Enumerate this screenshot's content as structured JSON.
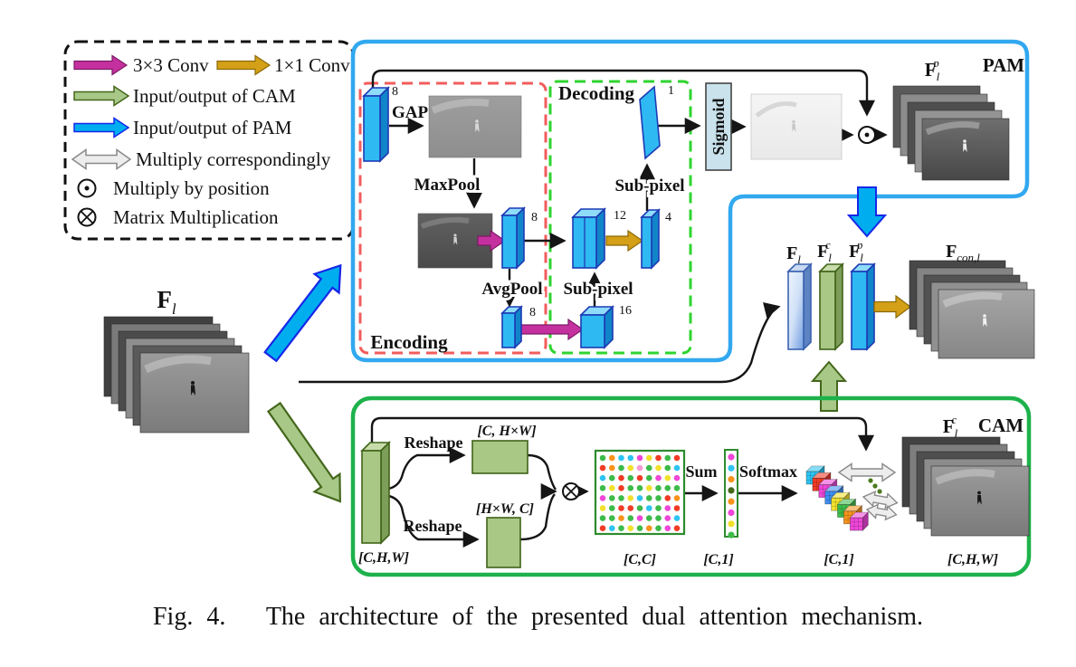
{
  "legend": {
    "conv3": "3×3 Conv",
    "conv1": "1×1 Conv",
    "cam_io": "Input/output of CAM",
    "pam_io": "Input/output of PAM",
    "mult_corr": "Multiply correspondingly",
    "mult_pos": "Multiply by position",
    "matrix_mult": "Matrix Multiplication"
  },
  "pam": {
    "title": "PAM",
    "encoding": "Encoding",
    "decoding": "Decoding",
    "gap": "GAP",
    "maxpool": "MaxPool",
    "avgpool": "AvgPool",
    "subpixel_low": "Sub-pixel",
    "subpixel_high": "Sub-pixel",
    "sigmoid": "Sigmoid",
    "ch_input": "8",
    "ch_enc_mid": "8",
    "ch_enc_low": "8",
    "ch_dec_12": "12",
    "ch_dec_16": "16",
    "ch_dec_4": "4",
    "ch_dec_1": "1",
    "out_base": "F",
    "out_sub": "l",
    "out_sup": "p"
  },
  "input_feature": {
    "base": "F",
    "sub": "l"
  },
  "fusion": {
    "f_base": "F",
    "f_sub": "l",
    "fc_base": "F",
    "fc_sub": "l",
    "fc_sup": "c",
    "fp_base": "F",
    "fp_sub": "l",
    "fp_sup": "p",
    "fcon_base": "F",
    "fcon_sub": "con,l"
  },
  "cam": {
    "title": "CAM",
    "reshape_top": "Reshape",
    "reshape_bottom": "Reshape",
    "sum": "Sum",
    "softmax": "Softmax",
    "dim_input": "[C,H,W]",
    "dim_reshape_top": "[C, H×W]",
    "dim_reshape_bottom": "[H×W, C]",
    "dim_matrix": "[C,C]",
    "dim_vector": "[C,1]",
    "dim_bar": "[C,1]",
    "dim_output": "[C,H,W]",
    "out_base": "F",
    "out_sub": "l",
    "out_sup": "c"
  },
  "caption": "Fig. 4.   The architecture of the presented dual attention mechanism.",
  "matrix_dots": [
    [
      "g",
      "o",
      "c",
      "c",
      "m",
      "y",
      "r",
      "g",
      "r"
    ],
    [
      "r",
      "o",
      "g",
      "y",
      "p",
      "g",
      "y",
      "g",
      "c"
    ],
    [
      "c",
      "g",
      "r",
      "g",
      "r",
      "g",
      "m",
      "y",
      "m"
    ],
    [
      "g",
      "y",
      "r",
      "g",
      "g",
      "y",
      "g",
      "g",
      "g"
    ],
    [
      "m",
      "g",
      "g",
      "y",
      "c",
      "g",
      "g",
      "r",
      "o"
    ],
    [
      "y",
      "g",
      "r",
      "r",
      "g",
      "c",
      "g",
      "m",
      "r"
    ],
    [
      "g",
      "g",
      "o",
      "g",
      "m",
      "g",
      "g",
      "m",
      "c"
    ],
    [
      "r",
      "c",
      "g",
      "y",
      "g",
      "o",
      "g",
      "m",
      "r"
    ]
  ],
  "vector_dots": [
    "m",
    "c",
    "o",
    "d",
    "o",
    "m",
    "y",
    "g"
  ],
  "cube_bar": [
    "c",
    "r",
    "m",
    "b",
    "y",
    "g",
    "o",
    "m"
  ],
  "dot_palette": {
    "g": "#3dbb4a",
    "r": "#f03b25",
    "c": "#2ec4f2",
    "y": "#f2e12c",
    "m": "#ee46d8",
    "o": "#f7941d",
    "b": "#3d8ef2",
    "d": "#46691c",
    "p": "#f79ad3"
  },
  "colors": {
    "pam_border": "#31a8ef",
    "cam_border": "#1db24b",
    "encoding_border": "#f25c5c",
    "decoding_border": "#2fd42f",
    "conv3_arrow": "#c5309f",
    "conv1_arrow": "#d4a017",
    "cam_arrow": "#a8c887",
    "pam_arrow": "#00aeef",
    "block_blue": "#2fb9f2",
    "block_green": "#a9c785",
    "sigmoid_fill": "#c9e2ec"
  }
}
